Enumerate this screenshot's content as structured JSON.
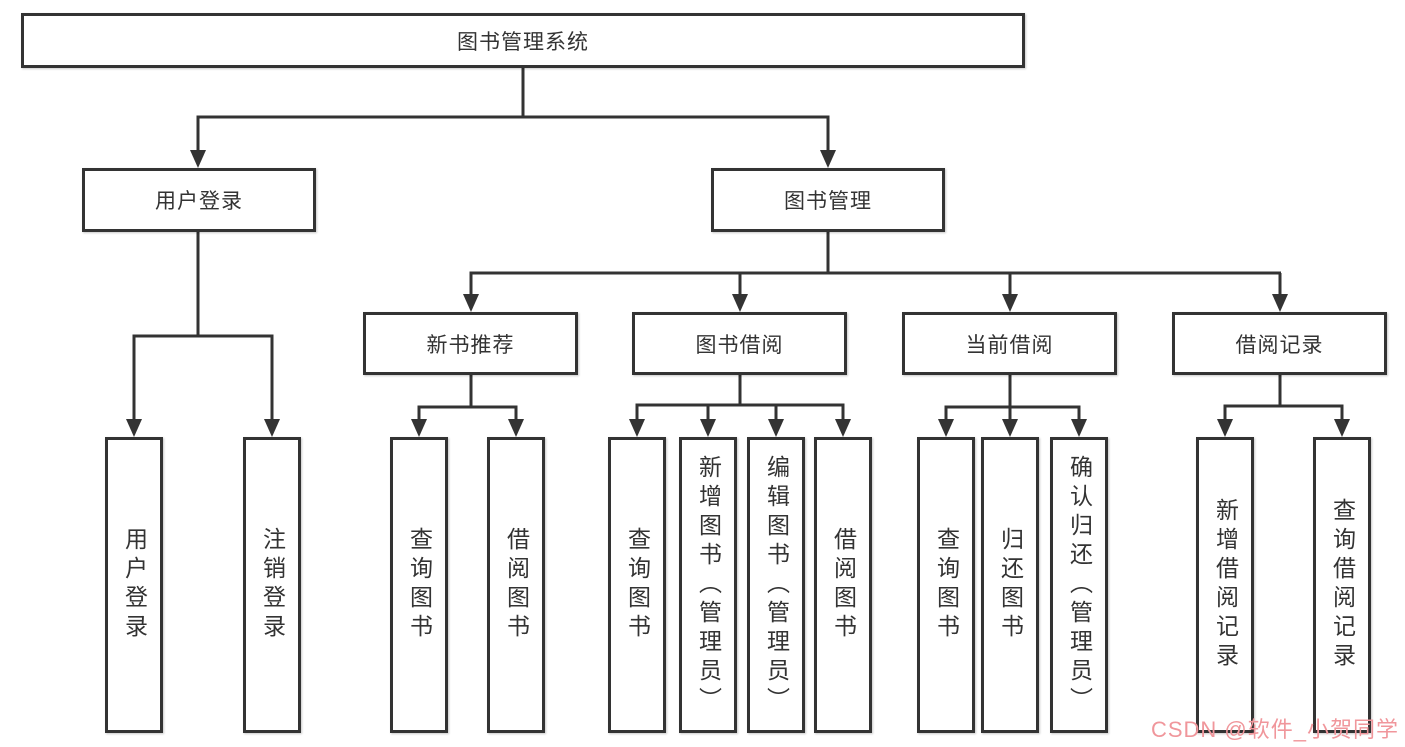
{
  "colors": {
    "background": "#ffffff",
    "line": "#333333",
    "box_border": "#333333",
    "text": "#333333",
    "watermark": "#f0969b"
  },
  "watermark": {
    "text": "CSDN @软件_小贺同学"
  },
  "diagram": {
    "type": "tree",
    "title": "图书管理系统",
    "children": [
      {
        "label": "用户登录",
        "children": [
          {
            "label": "用户登录"
          },
          {
            "label": "注销登录"
          }
        ]
      },
      {
        "label": "图书管理",
        "children": [
          {
            "label": "新书推荐",
            "children": [
              {
                "label": "查询图书"
              },
              {
                "label": "借阅图书"
              }
            ]
          },
          {
            "label": "图书借阅",
            "children": [
              {
                "label": "查询图书"
              },
              {
                "label": "新增图书（管理员）"
              },
              {
                "label": "编辑图书（管理员）"
              },
              {
                "label": "借阅图书"
              }
            ]
          },
          {
            "label": "当前借阅",
            "children": [
              {
                "label": "查询图书"
              },
              {
                "label": "归还图书"
              },
              {
                "label": "确认归还（管理员）"
              }
            ]
          },
          {
            "label": "借阅记录",
            "children": [
              {
                "label": "新增借阅记录"
              },
              {
                "label": "查询借阅记录"
              }
            ]
          }
        ]
      }
    ]
  }
}
